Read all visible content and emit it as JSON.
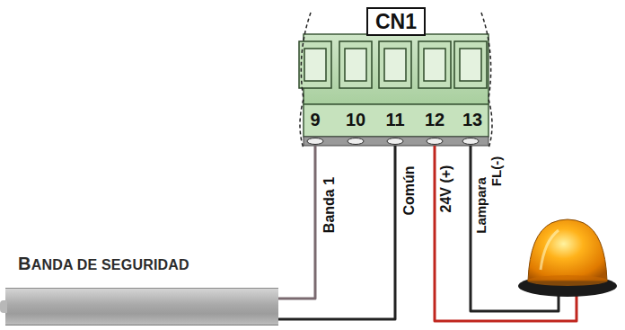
{
  "diagram": {
    "nodes": [
      {
        "text": [
          "CN1"
        ]
      },
      {
        "text": [
          "BANDA DE SEGURIDAD"
        ]
      }
    ],
    "edges": [
      {
        "from": 1,
        "to": 0,
        "arrow": "none"
      },
      {
        "from": 1,
        "to": 0,
        "arrow": "none"
      }
    ],
    "labels": [
      "9",
      "10",
      "11",
      "12",
      "13",
      "Banda 1",
      "Común",
      "24V (+)",
      "Lampara",
      "FL(-)"
    ]
  }
}
